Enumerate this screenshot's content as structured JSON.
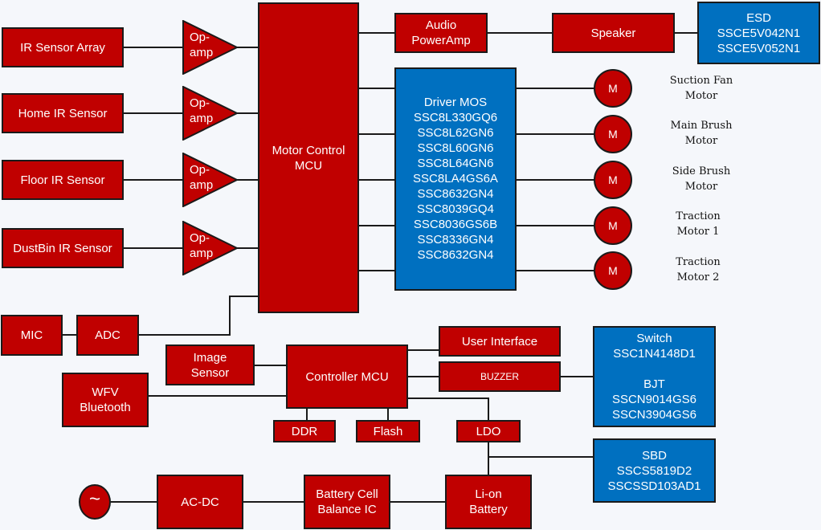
{
  "colors": {
    "block_red": "#C00000",
    "block_blue": "#0070C0",
    "background": "#F5F7FB",
    "wire": "#1a1a1a"
  },
  "sensors": [
    {
      "label": "IR Sensor Array"
    },
    {
      "label": "Home IR Sensor"
    },
    {
      "label": "Floor IR Sensor"
    },
    {
      "label": "DustBin IR Sensor"
    }
  ],
  "op_amp_label": [
    "Op-",
    "amp"
  ],
  "motor_mcu": {
    "line1": "Motor Control",
    "line2": "MCU"
  },
  "audio_amp": {
    "line1": "Audio",
    "line2": "PowerAmp"
  },
  "speaker": {
    "label": "Speaker"
  },
  "esd": {
    "title": "ESD",
    "parts": [
      "SSCE5V042N1",
      "SSCE5V052N1"
    ]
  },
  "driver_mos": {
    "title": "Driver MOS",
    "parts": [
      "SSC8L330GQ6",
      "SSC8L62GN6",
      "SSC8L60GN6",
      "SSC8L64GN6",
      "SSC8LA4GS6A",
      "SSC8632GN4",
      "SSC8039GQ4",
      "SSC8036GS6B",
      "SSC8336GN4",
      "SSC8632GN4"
    ]
  },
  "motors": [
    {
      "symbol": "M",
      "name_line1": "Suction Fan",
      "name_line2": "Motor"
    },
    {
      "symbol": "M",
      "name_line1": "Main Brush",
      "name_line2": "Motor"
    },
    {
      "symbol": "M",
      "name_line1": "Side Brush",
      "name_line2": "Motor"
    },
    {
      "symbol": "M",
      "name_line1": "Traction",
      "name_line2": "Motor 1"
    },
    {
      "symbol": "M",
      "name_line1": "Traction",
      "name_line2": "Motor 2"
    }
  ],
  "mic": {
    "label": "MIC"
  },
  "adc": {
    "label": "ADC"
  },
  "image_sensor": {
    "line1": "Image",
    "line2": "Sensor"
  },
  "controller_mcu": {
    "label": "Controller MCU"
  },
  "wifi_bt": {
    "line1": "WFV",
    "line2": "Bluetooth"
  },
  "user_interface": {
    "label": "User Interface"
  },
  "buzzer": {
    "label": "BUZZER"
  },
  "switch_bjt": {
    "title1": "Switch",
    "part1": "SSC1N4148D1",
    "title2": "BJT",
    "parts2": [
      "SSCN9014GS6",
      "SSCN3904GS6"
    ]
  },
  "ddr": {
    "label": "DDR"
  },
  "flash": {
    "label": "Flash"
  },
  "ldo": {
    "label": "LDO"
  },
  "sbd": {
    "title": "SBD",
    "parts": [
      "SSCS5819D2",
      "SSCSSD103AD1"
    ]
  },
  "ac_source": {
    "symbol": "~"
  },
  "ac_dc": {
    "label": "AC-DC"
  },
  "balance_ic": {
    "line1": "Battery Cell",
    "line2": "Balance IC"
  },
  "battery": {
    "line1": "Li-on",
    "line2": "Battery"
  }
}
